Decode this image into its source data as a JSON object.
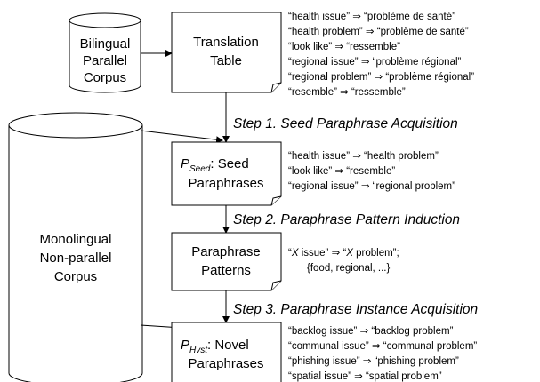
{
  "bilingual_corpus": {
    "lines": [
      "Bilingual",
      "Parallel",
      "Corpus"
    ]
  },
  "translation_table": {
    "lines": [
      "Translation",
      "Table"
    ]
  },
  "translation_examples": [
    "“health issue” ⇒ “problème de santé”",
    "“health problem” ⇒ “problème de santé”",
    "“look like” ⇒ “ressemble”",
    "“regional issue” ⇒ “problème régional”",
    "“regional problem” ⇒ “problème régional”",
    "“resemble” ⇒ “ressemble”"
  ],
  "monolingual_corpus": {
    "lines": [
      "Monolingual",
      "Non-parallel",
      "Corpus"
    ]
  },
  "step1": "Step 1. Seed Paraphrase Acquisition",
  "seed_box": {
    "symbol": "P",
    "subscript": "Seed",
    "line1_rest": ": Seed",
    "line2": "Paraphrases"
  },
  "seed_examples": [
    "“health issue” ⇒ “health problem”",
    "“look like” ⇒ “resemble”",
    "“regional issue” ⇒ “regional problem”"
  ],
  "step2": "Step 2. Paraphrase Pattern Induction",
  "pattern_box": {
    "lines": [
      "Paraphrase",
      "Patterns"
    ]
  },
  "pattern_example": {
    "q1": "“",
    "x1": "X",
    "rest1": " issue” ⇒ “",
    "x2": "X",
    "rest2": " problem”;",
    "line2": "{food, regional, ...}"
  },
  "step3": "Step 3. Paraphrase Instance Acquisition",
  "novel_box": {
    "symbol": "P",
    "subscript": "Hvst",
    "line1_rest": ": Novel",
    "line2": "Paraphrases"
  },
  "novel_examples": [
    "“backlog issue” ⇒ “backlog problem”",
    "“communal issue” ⇒ “communal problem”",
    "“phishing issue” ⇒ “phishing problem”",
    "“spatial issue” ⇒ “spatial problem”"
  ]
}
